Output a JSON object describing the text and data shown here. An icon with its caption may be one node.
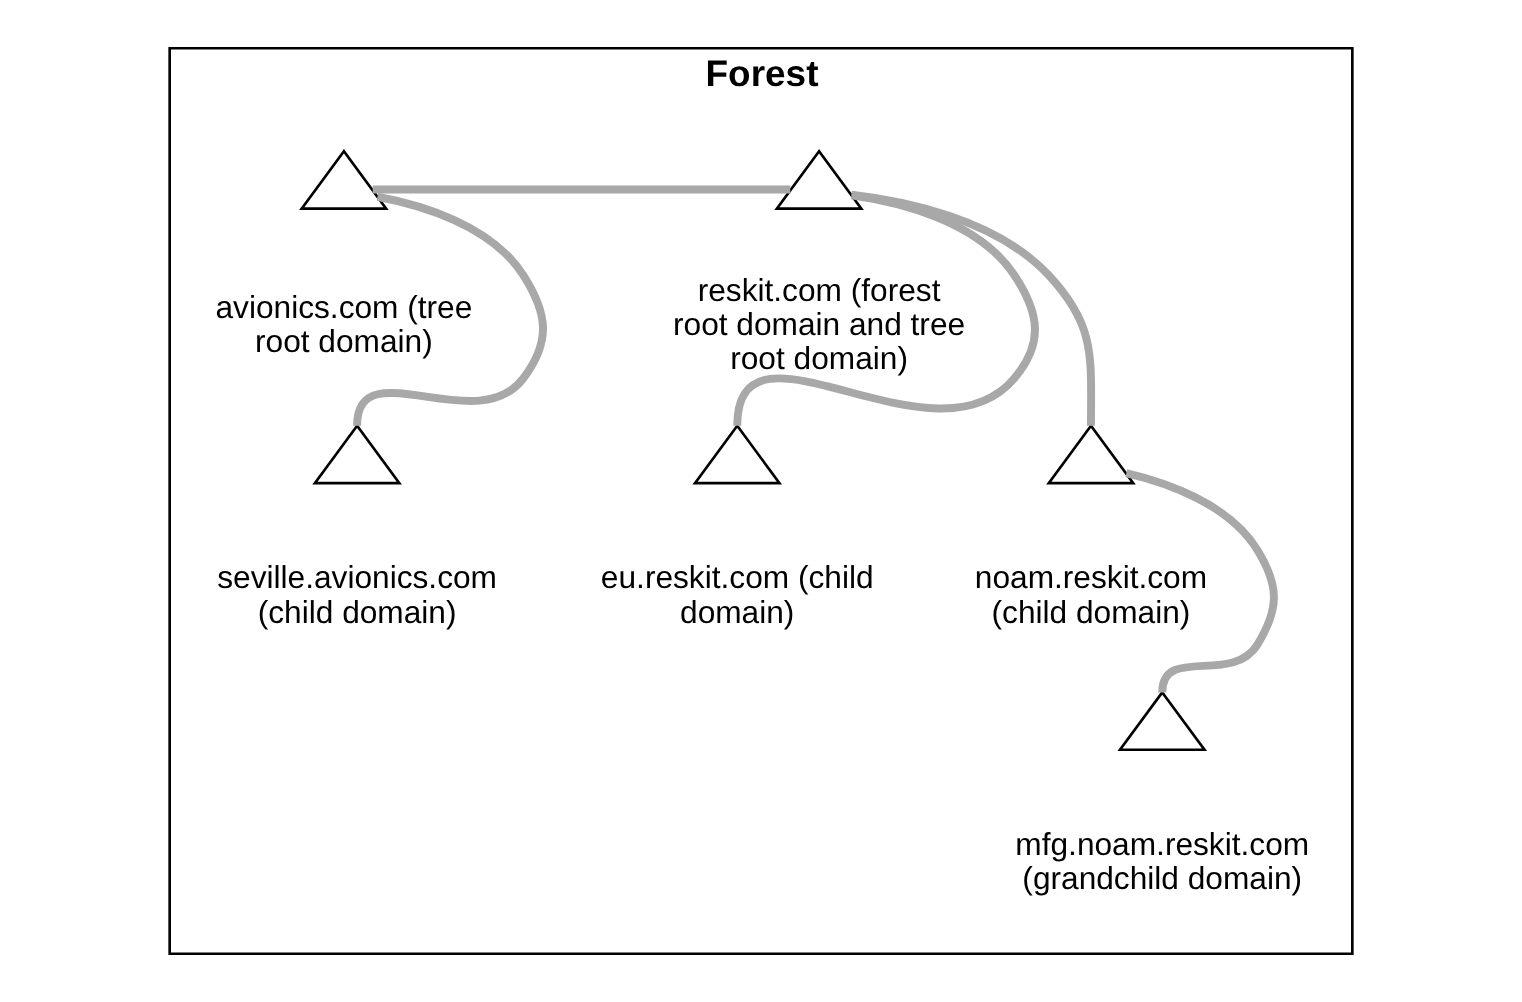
{
  "diagram": {
    "nodes": [
      {
        "text": [
          "Forest"
        ]
      },
      {
        "text": [],
        "shape": "triangle",
        "in": 0,
        "beside": [
          "reskit.com (forest root domain and tree root domain)"
        ]
      },
      {
        "text": [],
        "shape": "triangle",
        "in": 0,
        "beside": [
          "avionics.com (tree root domain)"
        ]
      },
      {
        "text": [],
        "shape": "triangle",
        "in": 0,
        "beside": [
          "eu.reskit.com (child domain)"
        ]
      },
      {
        "text": [],
        "shape": "triangle",
        "in": 0,
        "beside": [
          "noam.reskit.com (child domain)"
        ]
      },
      {
        "text": [],
        "shape": "triangle",
        "in": 0,
        "beside": [
          "seville.avionics.com (child domain)"
        ]
      },
      {
        "text": [],
        "shape": "triangle",
        "in": 0,
        "beside": [
          "mfg.noam.reskit.com (grandchild domain)"
        ]
      }
    ],
    "edges": [
      {
        "from": 1,
        "to": 2,
        "arrow": "none"
      },
      {
        "from": 1,
        "to": 3,
        "arrow": "none"
      },
      {
        "from": 1,
        "to": 4,
        "arrow": "none"
      },
      {
        "from": 2,
        "to": 5,
        "arrow": "none"
      },
      {
        "from": 4,
        "to": 6,
        "arrow": "none"
      }
    ]
  }
}
